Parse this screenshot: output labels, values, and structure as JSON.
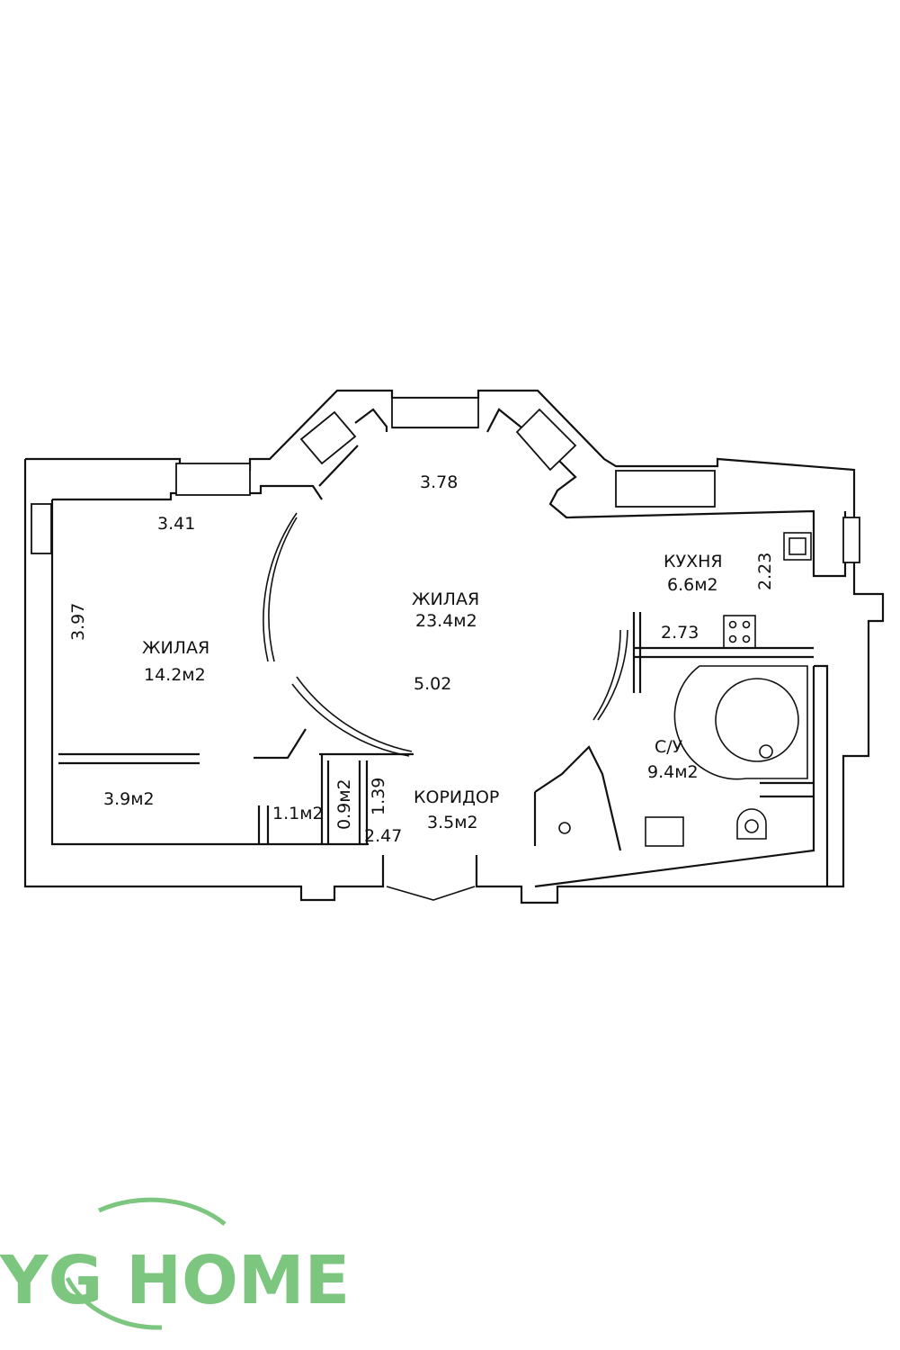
{
  "rooms": {
    "living_large": {
      "name": "ЖИЛАЯ",
      "area": "23.4м2"
    },
    "living_small": {
      "name": "ЖИЛАЯ",
      "area": "14.2м2"
    },
    "kitchen": {
      "name": "КУХНЯ",
      "area": "6.6м2"
    },
    "bathroom": {
      "name": "С/У",
      "area": "9.4м2"
    },
    "corridor": {
      "name": "КОРИДОР",
      "area": "3.5м2"
    },
    "storage_1": {
      "area": "3.9м2"
    },
    "storage_2": {
      "area": "1.1м2"
    },
    "storage_3": {
      "area": "0.9м2"
    }
  },
  "dimensions": {
    "bay_width": "3.78",
    "left_room_width": "3.41",
    "left_room_depth": "3.97",
    "large_room_depth": "5.02",
    "kitchen_height": "2.23",
    "kitchen_width": "2.73",
    "corridor_small": "1.39",
    "corridor_width": "2.47"
  },
  "logo": {
    "text": "YG HOME",
    "color": "#7cc67f"
  }
}
